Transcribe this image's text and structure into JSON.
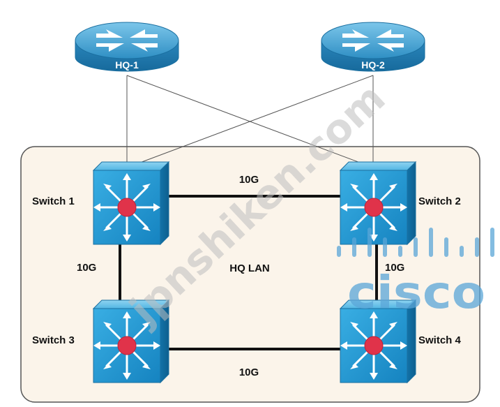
{
  "diagram": {
    "lan_label": "HQ LAN",
    "routers": [
      {
        "label": "HQ-1"
      },
      {
        "label": "HQ-2"
      }
    ],
    "switches": [
      {
        "label": "Switch 1"
      },
      {
        "label": "Switch 2"
      },
      {
        "label": "Switch 3"
      },
      {
        "label": "Switch 4"
      }
    ],
    "links": {
      "sw1_sw2": "10G",
      "sw1_sw3": "10G",
      "sw2_sw4": "10G",
      "sw3_sw4": "10G"
    }
  },
  "watermark": {
    "text": "jpnshiken.com",
    "brand": "cisco"
  },
  "colors": {
    "router_fill": "#3aa0d3",
    "switch_fill": "#1e95cf",
    "switch_center": "#e0334a",
    "lan_fill": "#fbf4ea",
    "watermark": "#b9b9b9",
    "brand": "#5aa6d8"
  }
}
